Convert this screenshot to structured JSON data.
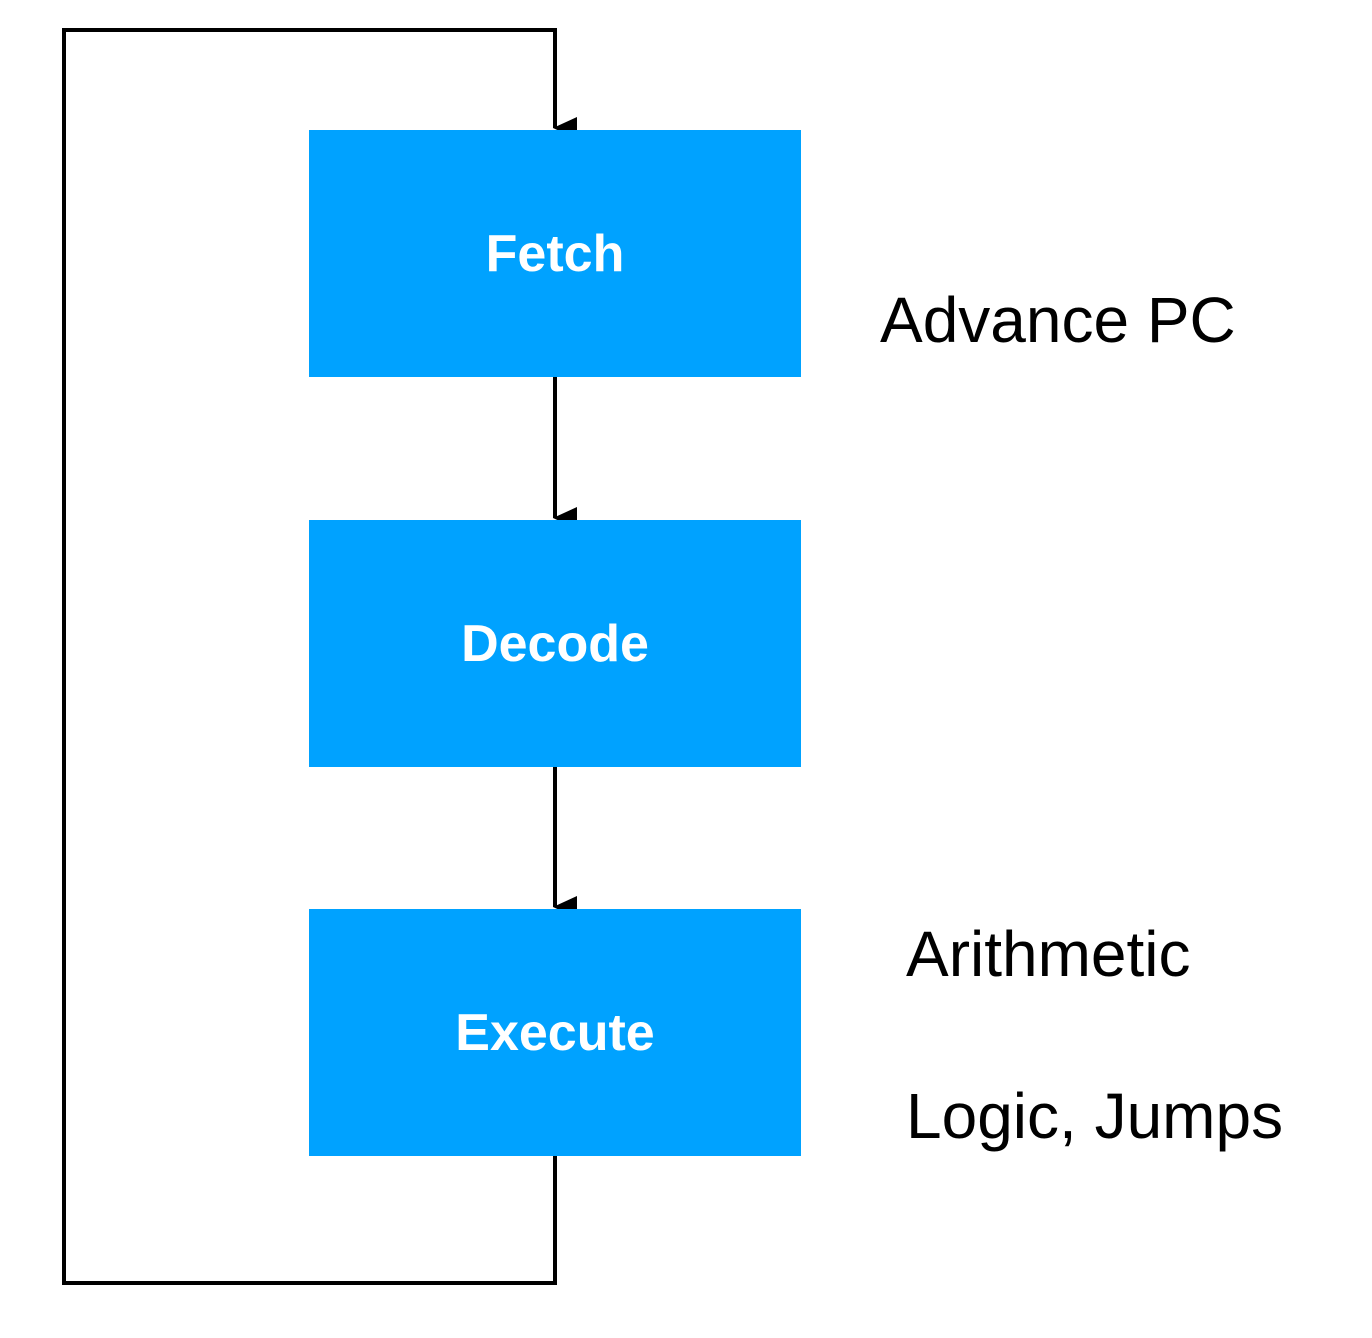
{
  "diagram": {
    "stages": [
      {
        "id": "fetch",
        "label": "Fetch"
      },
      {
        "id": "decode",
        "label": "Decode"
      },
      {
        "id": "execute",
        "label": "Execute"
      }
    ],
    "annotations": {
      "fetch": "Advance PC",
      "execute_line1": "Arithmetic",
      "execute_line2": "Logic, Jumps"
    },
    "colors": {
      "box_fill": "#00a2ff",
      "box_text": "#ffffff",
      "line": "#000000",
      "annotation_text": "#000000"
    }
  }
}
